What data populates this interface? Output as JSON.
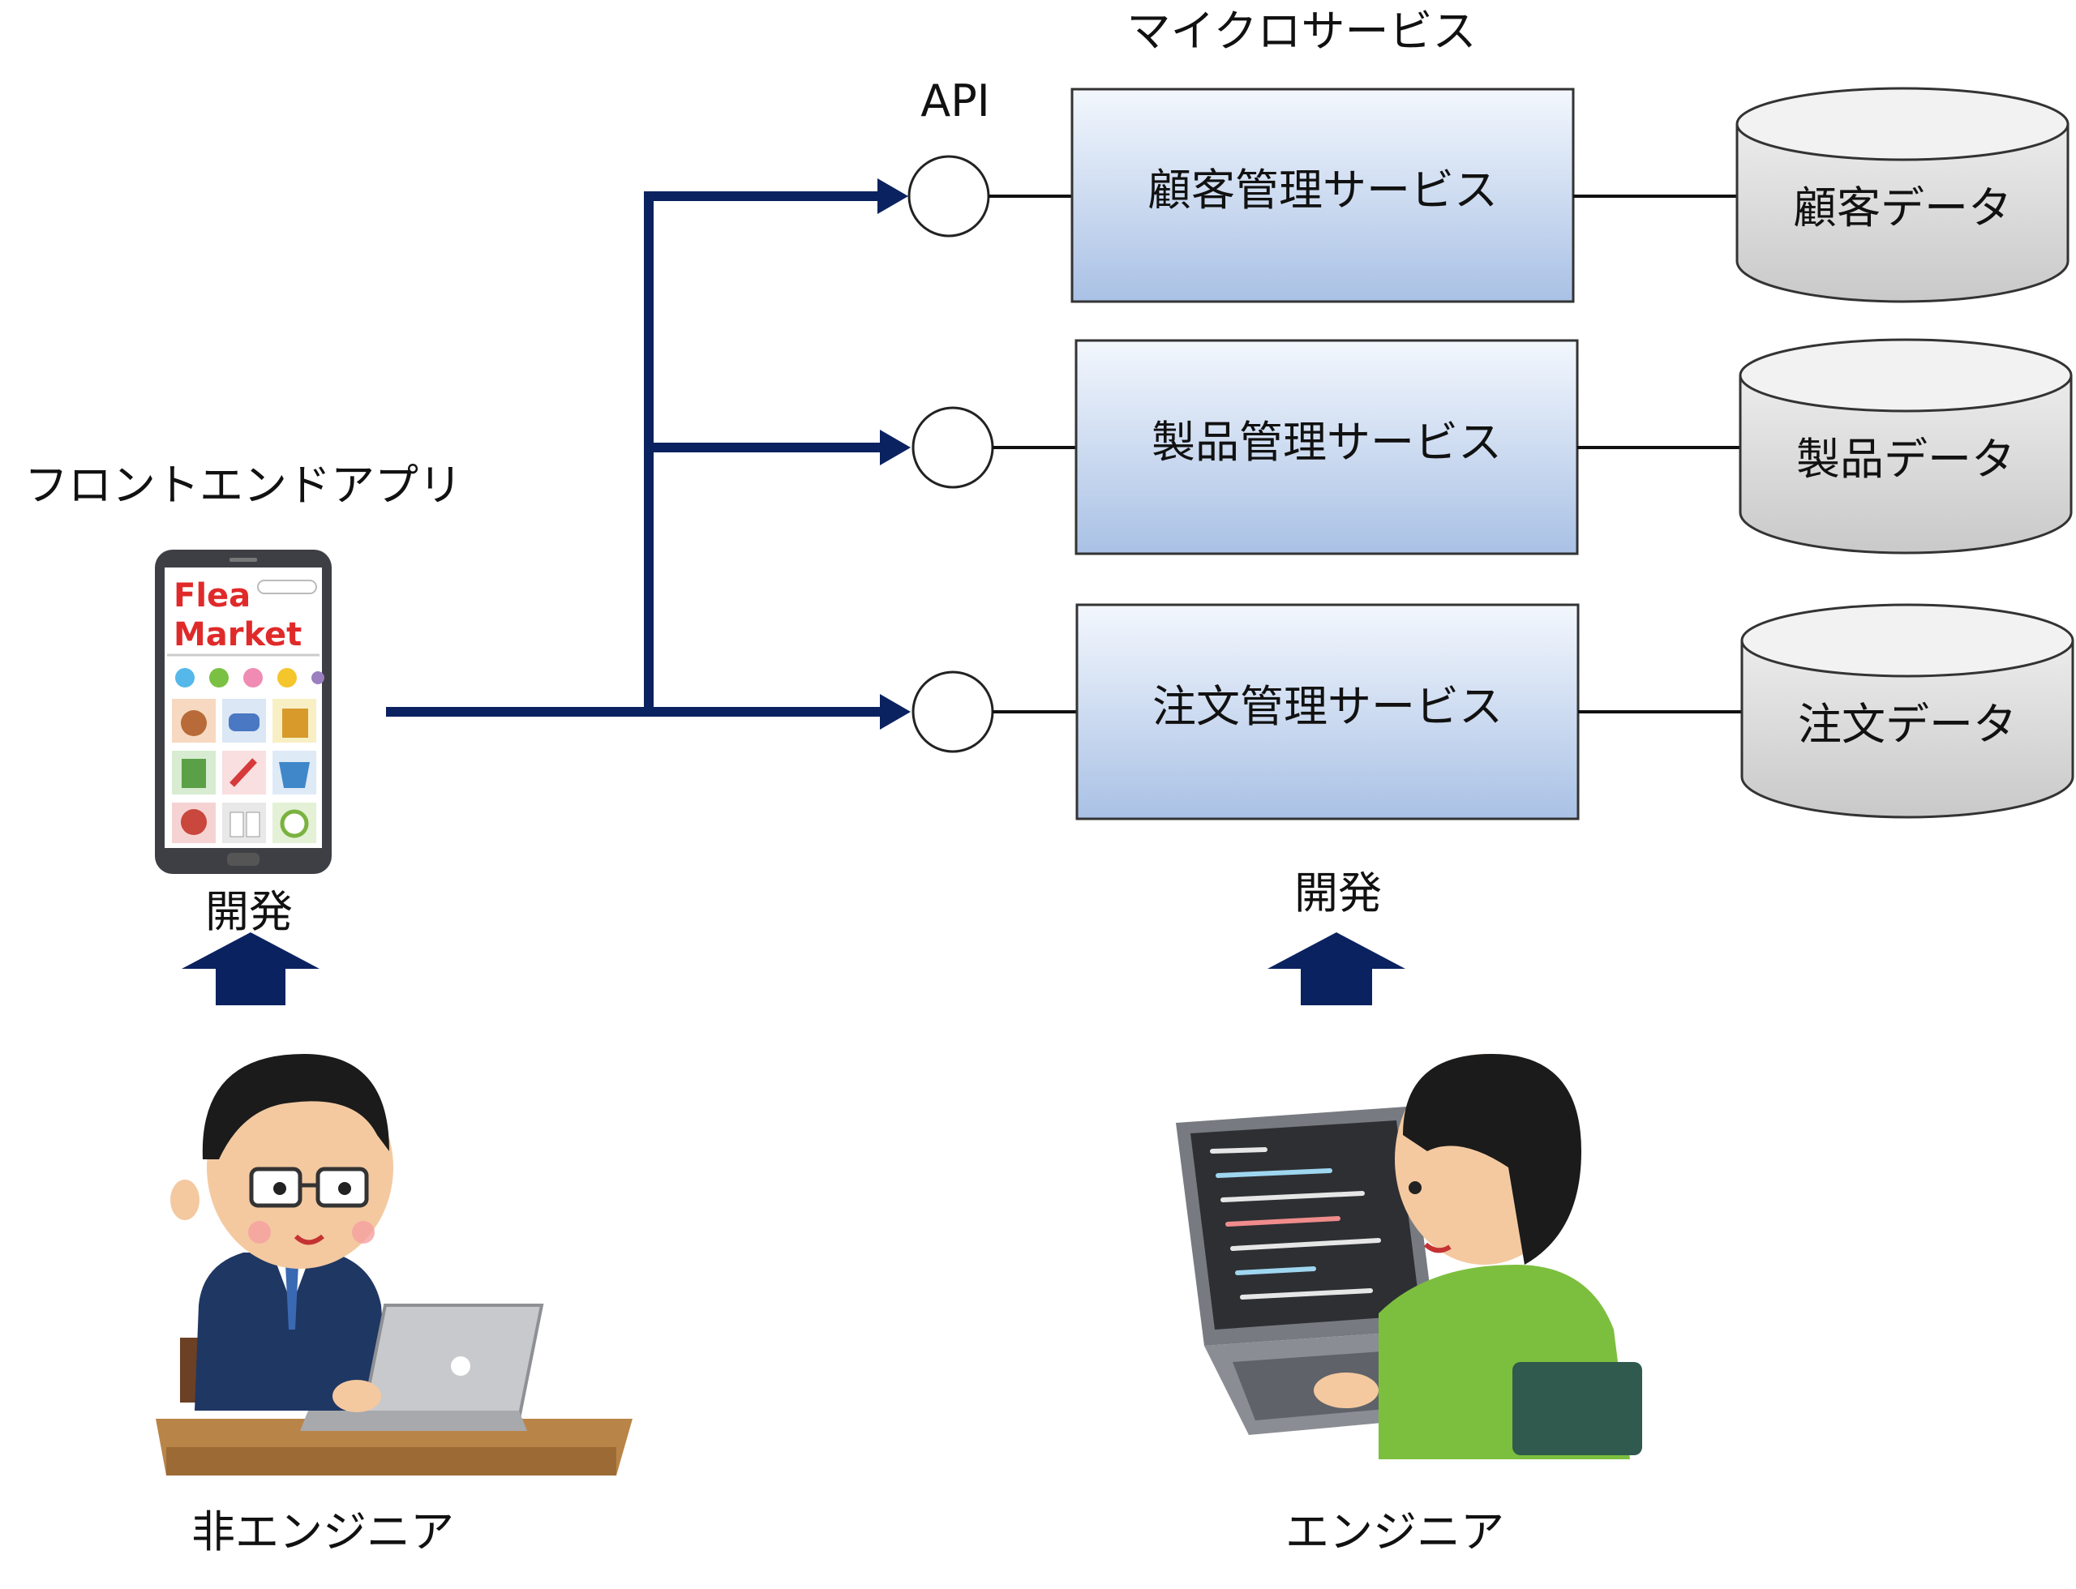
{
  "labels": {
    "microservices": "マイクロサービス",
    "api": "API",
    "frontend_app": "フロントエンドアプリ",
    "develop_left": "開発",
    "develop_right": "開発",
    "non_engineer": "非エンジニア",
    "engineer": "エンジニア"
  },
  "services": [
    {
      "name": "顧客管理サービス",
      "database": "顧客データ"
    },
    {
      "name": "製品管理サービス",
      "database": "製品データ"
    },
    {
      "name": "注文管理サービス",
      "database": "注文データ"
    }
  ],
  "phone_app": {
    "title_line1": "Flea",
    "title_line2": "Market"
  },
  "colors": {
    "arrow": "#0b2260",
    "service_fill_top": "#f3f7fd",
    "service_fill_bottom": "#a9c1e5",
    "database_fill": "#dcdcdc",
    "phone_title": "#e02a2a"
  }
}
